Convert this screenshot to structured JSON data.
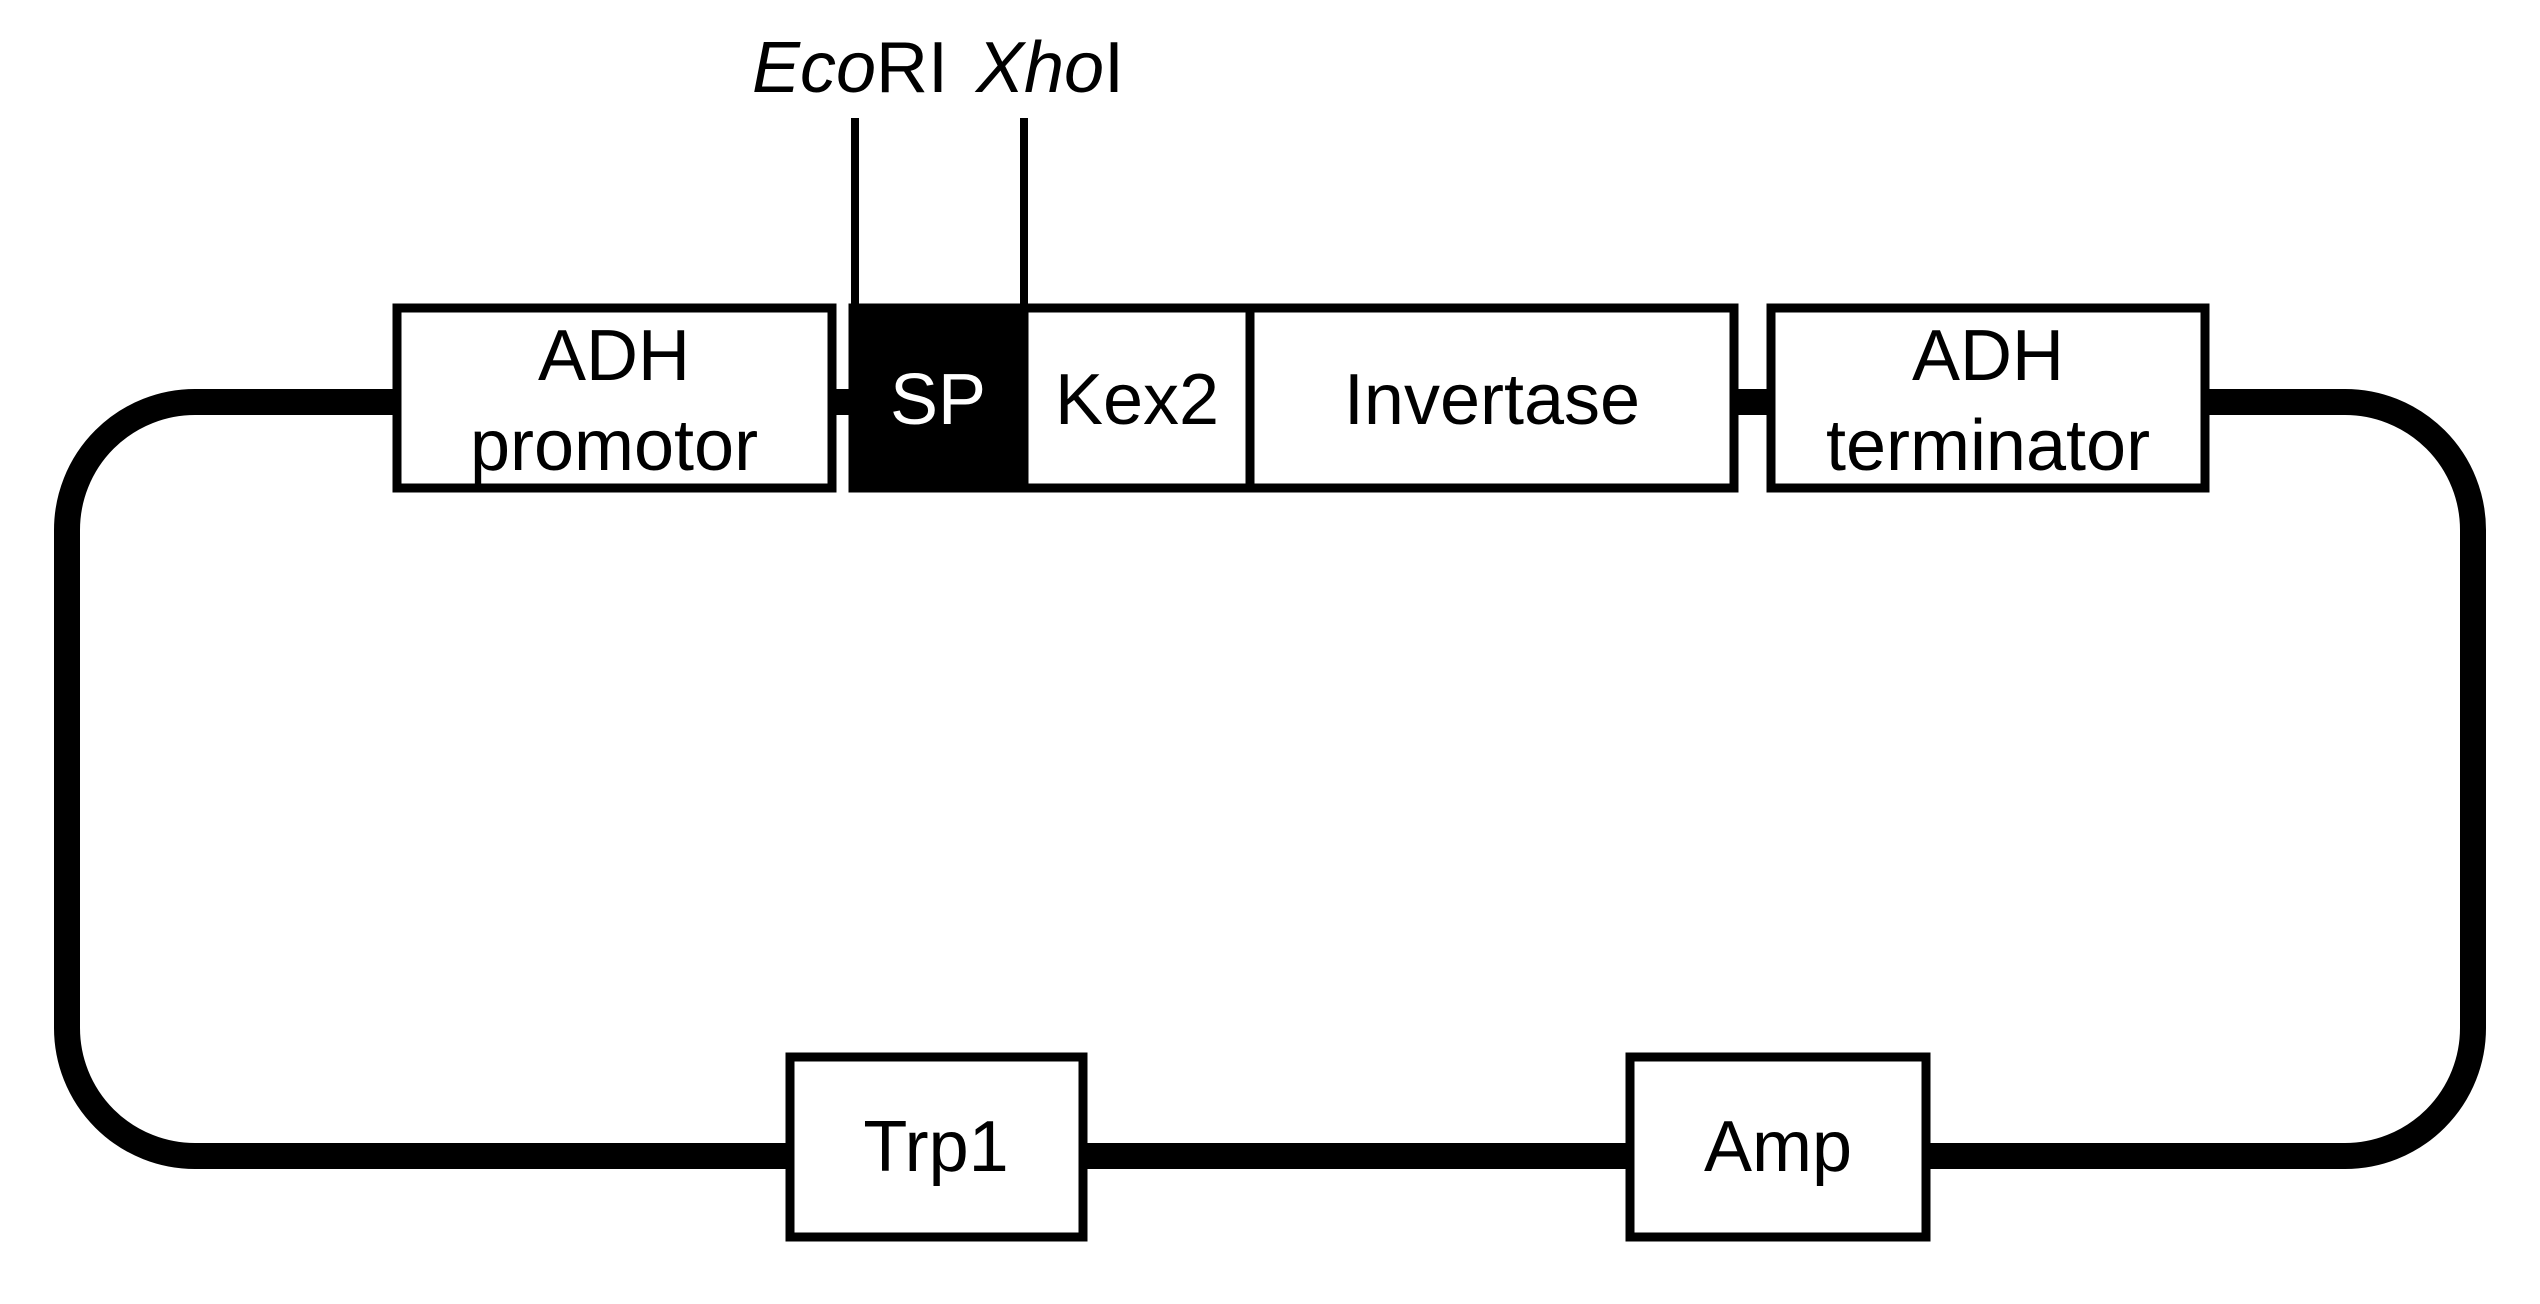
{
  "colors": {
    "line": "#000000",
    "box_fill": "#ffffff",
    "highlight_fill": "#000000",
    "highlight_text": "#ffffff"
  },
  "restriction_sites": [
    {
      "italic": "Eco",
      "roman": "RI"
    },
    {
      "italic": "Xho",
      "roman": "I"
    }
  ],
  "top_elements": {
    "adh_promotor": {
      "line1": "ADH",
      "line2": "promotor"
    },
    "sp": "SP",
    "kex2": "Kex2",
    "invertase": "Invertase",
    "adh_terminator": {
      "line1": "ADH",
      "line2": "terminator"
    }
  },
  "bottom_elements": {
    "trp1": "Trp1",
    "amp": "Amp"
  }
}
